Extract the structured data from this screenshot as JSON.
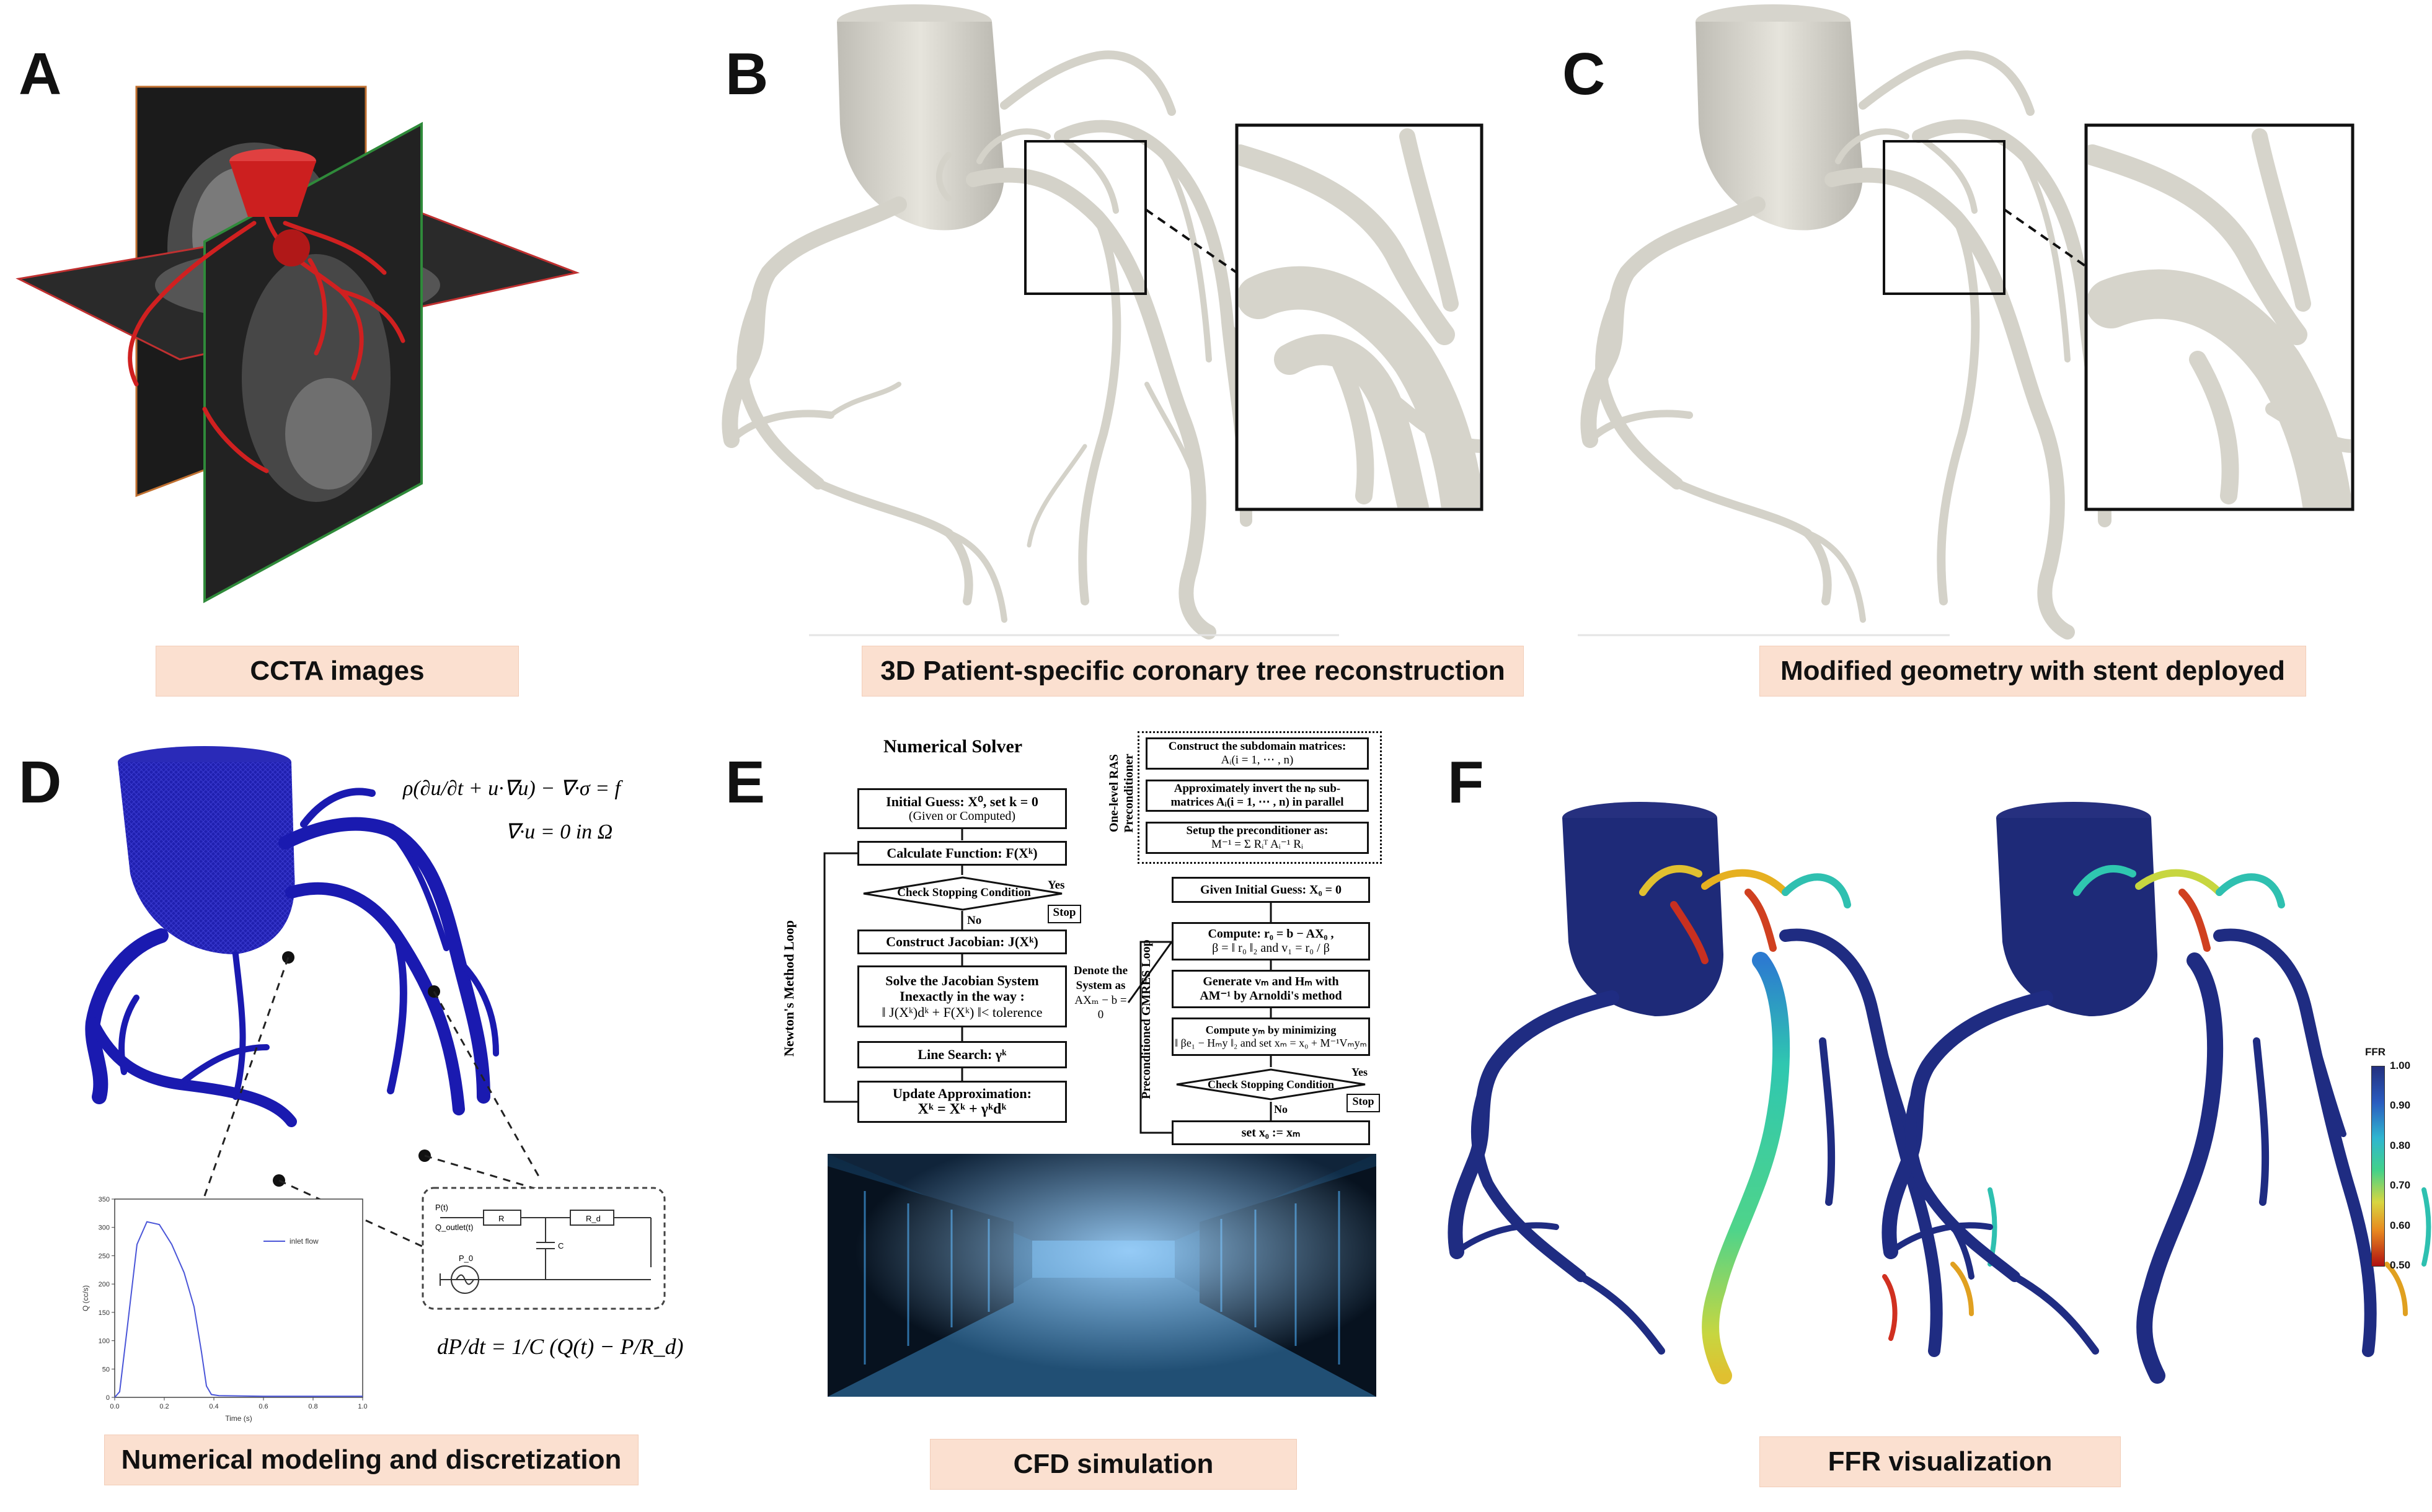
{
  "panels": {
    "A": {
      "letter": "A",
      "caption": "CCTA images"
    },
    "B": {
      "letter": "B",
      "caption": "3D Patient-specific coronary tree reconstruction"
    },
    "C": {
      "letter": "C",
      "caption": "Modified geometry with stent deployed"
    },
    "D": {
      "letter": "D",
      "caption": "Numerical modeling and discretization",
      "eq_ns_1": "ρ(∂u/∂t + u·∇u) − ∇·σ = f",
      "eq_ns_2": "∇·u = 0   in   Ω",
      "eq_windkessel": "dP/dt = 1/C (Q(t) − P/R_d)",
      "circuit": {
        "P_t": "P(t)",
        "Q_outlet": "Q_outlet(t)",
        "R": "R",
        "Rd": "R_d",
        "C": "C",
        "P0": "P_0"
      },
      "flow_chart": {
        "legend": "inlet flow",
        "xlabel": "Time (s)",
        "ylabel": "Q (cc/s)",
        "yticks": [
          "0",
          "50",
          "100",
          "150",
          "200",
          "250",
          "300",
          "350"
        ],
        "xticks": [
          "0.0",
          "0.2",
          "0.4",
          "0.6",
          "0.8",
          "1.0"
        ]
      }
    },
    "E": {
      "letter": "E",
      "caption": "CFD simulation",
      "solver_title": "Numerical Solver",
      "newton_loop_label": "Newton's Method Loop",
      "steps": {
        "initial_guess": "Initial Guess: X⁰, set k = 0",
        "initial_guess_sub": "(Given or Computed)",
        "calc_function": "Calculate Function: F(Xᵏ)",
        "check_stop": "Check Stopping Condition",
        "yes": "Yes",
        "stop": "Stop",
        "no": "No",
        "jacobian": "Construct Jacobian: J(Xᵏ)",
        "solve_1": "Solve the Jacobian System",
        "solve_2": "Inexactly in the way :",
        "solve_3": "‖ J(Xᵏ)dᵏ + F(Xᵏ) ‖< tolerence",
        "line_search": "Line Search: γᵏ",
        "update_1": "Update Approximation:",
        "update_2": "Xᵏ = Xᵏ + γᵏdᵏ"
      },
      "denote": [
        "Denote the",
        "System as",
        "AXₘ − b = 0"
      ],
      "ras_label": [
        "One-level RAS",
        "Preconditioner"
      ],
      "ras_steps": [
        [
          "Construct the subdomain matrices:",
          "Aᵢ(i = 1, ⋯ , n)"
        ],
        [
          "Approximately invert the nₚ sub-",
          "matrices Aᵢ(i = 1, ⋯ , n) in parallel"
        ],
        [
          "Setup the preconditioner as:",
          "M⁻¹ = Σ Rᵢᵀ Aᵢ⁻¹ Rᵢ"
        ]
      ],
      "gmres_label": "Preconditioned GMRES Loop",
      "gmres_steps": [
        [
          "Given Initial Guess: X₀ = 0"
        ],
        [
          "Compute: r₀ = b − AX₀ ,",
          "β = ‖ r₀ ‖₂ and v₁ = r₀ / β"
        ],
        [
          "Generate vₘ and Hₘ with",
          "AM⁻¹ by Arnoldi's method"
        ],
        [
          "Compute yₘ by minimizing",
          "‖ βe₁ − Hₘy ‖₂ and set xₘ = x₀ + M⁻¹Vₘyₘ"
        ],
        [
          "Check Stopping Condition"
        ],
        [
          "set x₀ := xₘ"
        ]
      ],
      "gmres_yes": "Yes",
      "gmres_stop": "Stop",
      "gmres_no": "No"
    },
    "F": {
      "letter": "F",
      "caption": "FFR visualization",
      "colorbar": {
        "title": "FFR",
        "ticks": [
          "1.00",
          "0.90",
          "0.80",
          "0.70",
          "0.60",
          "0.50"
        ]
      }
    }
  },
  "colors": {
    "caption_bg": "#fbe0d0",
    "vessel_gray": "#d9d7cf",
    "mesh_blue": "#1a1aa8",
    "ffr_blue": "#1d2a7a",
    "ccta_red": "#d22020"
  }
}
